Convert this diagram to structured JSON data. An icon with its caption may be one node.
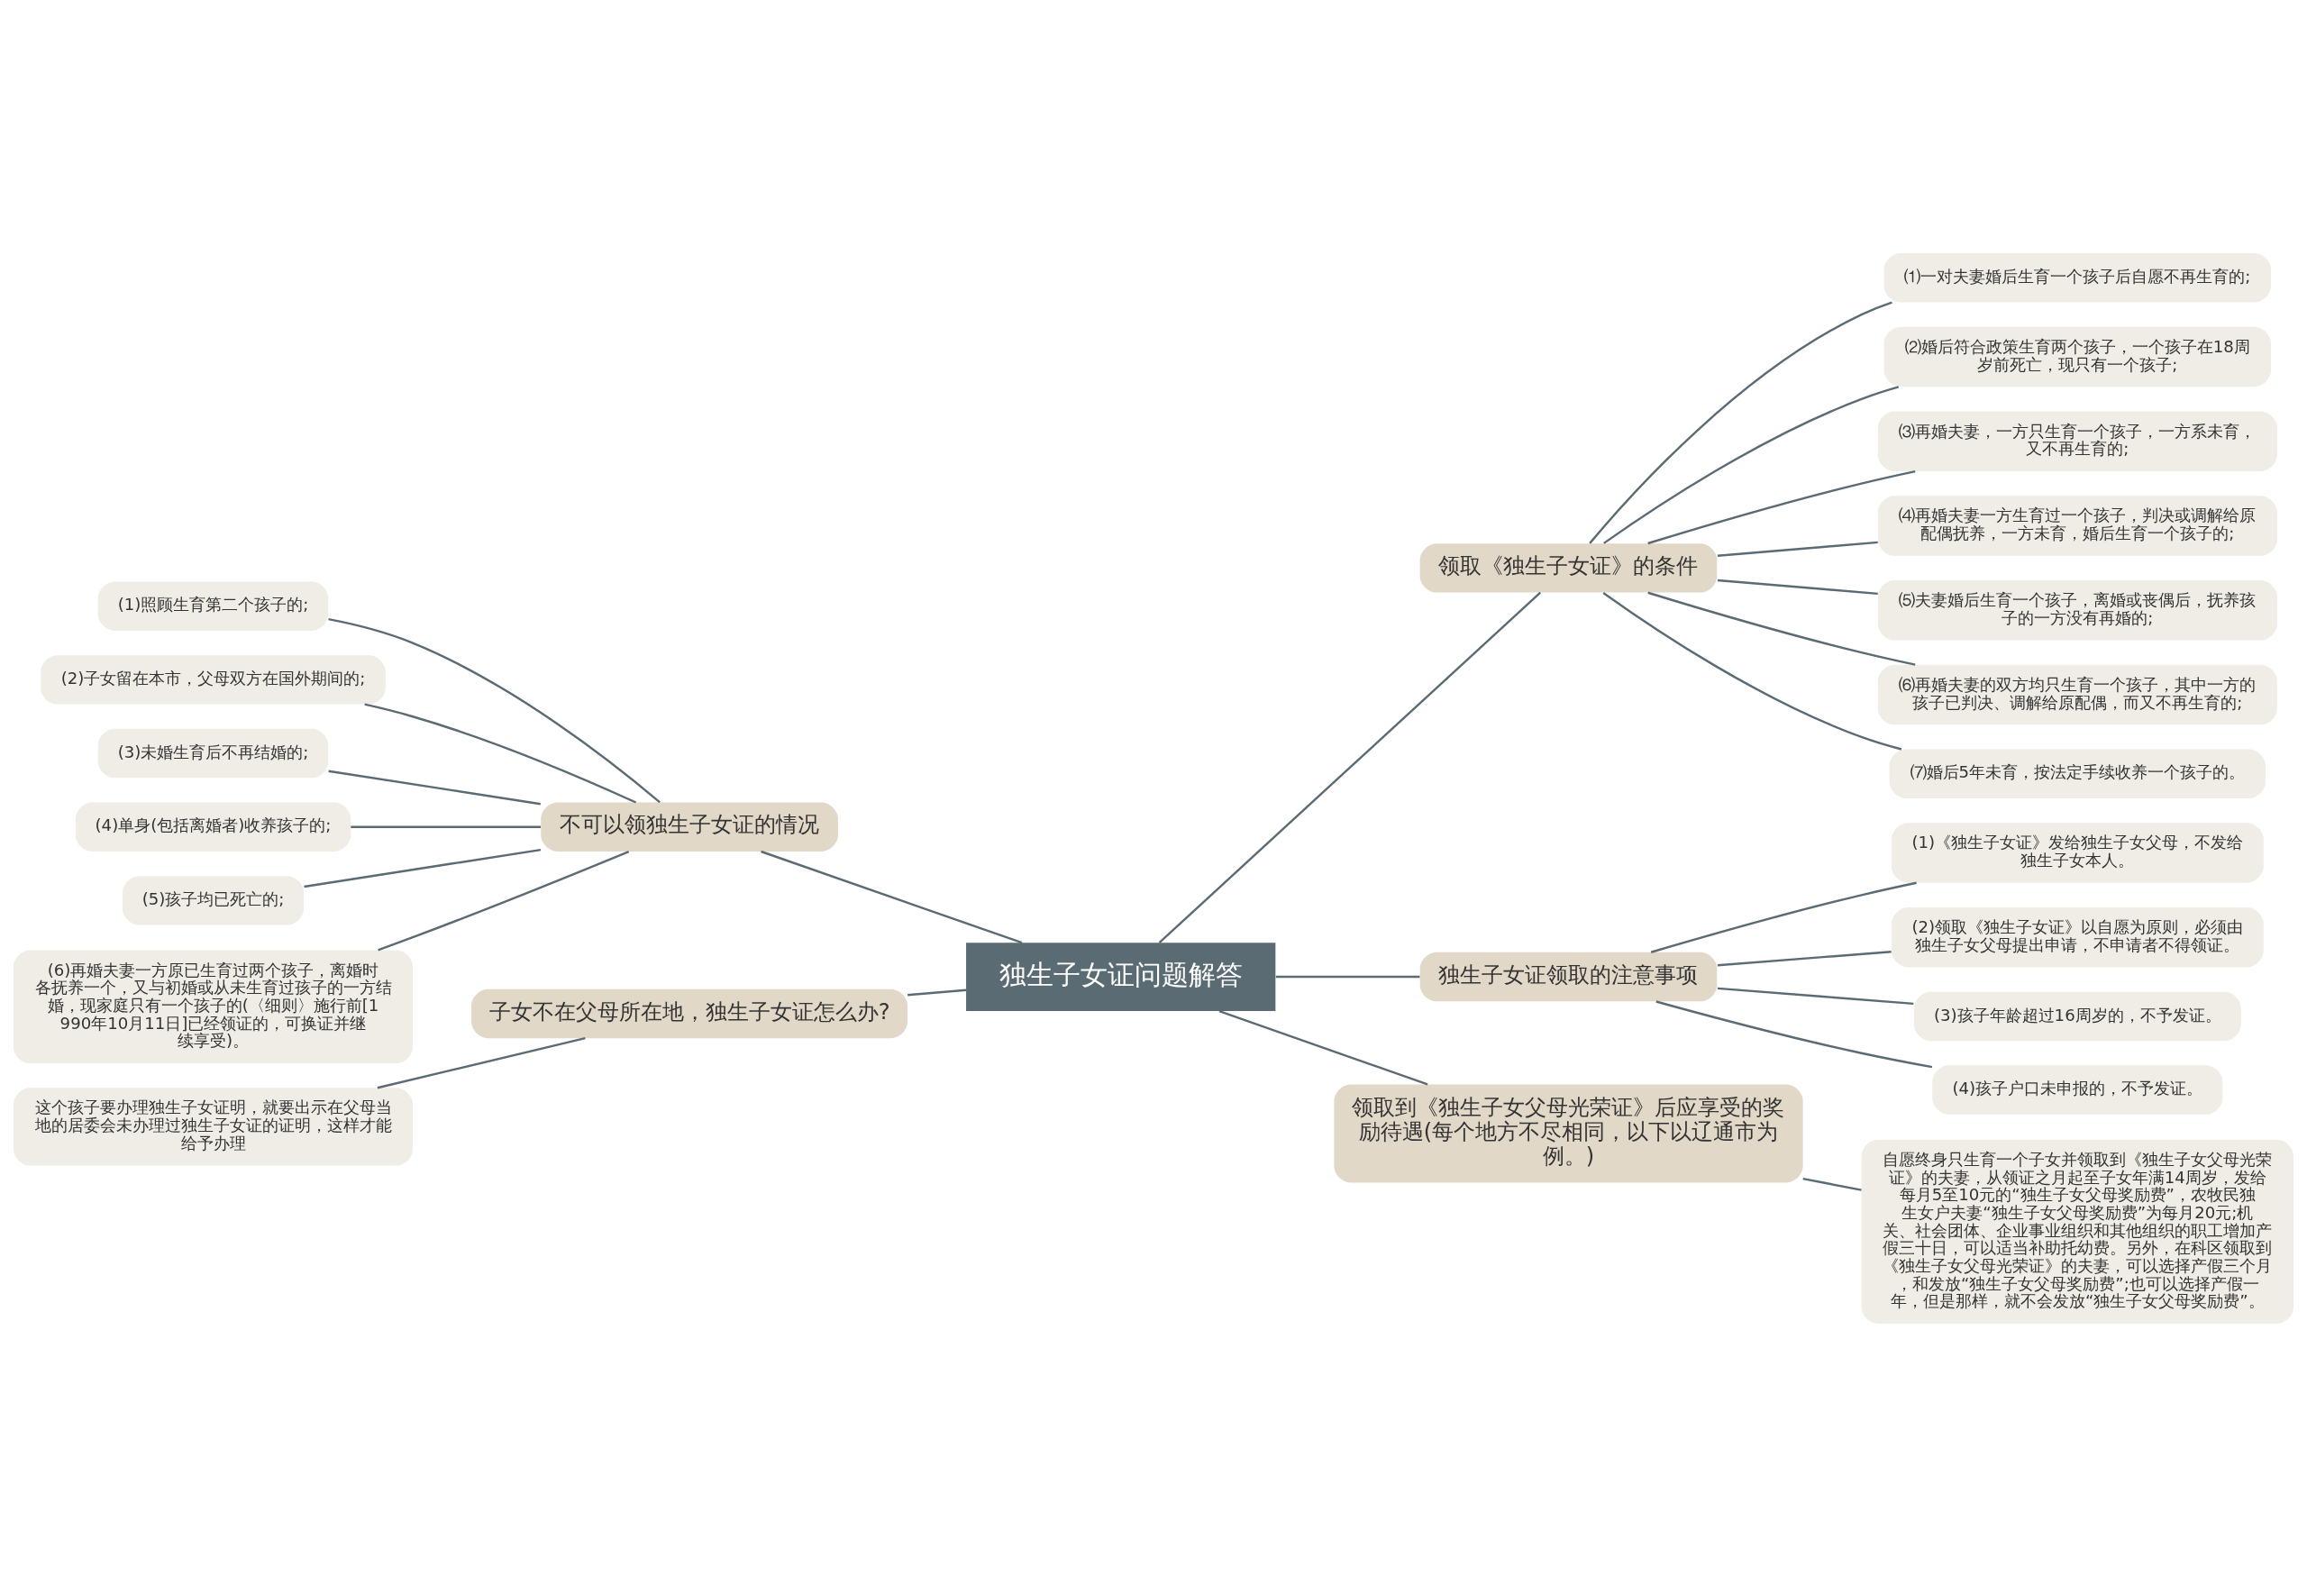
{
  "diagram": {
    "nodes": [
      {
        "text": [
          "独生子女证问题解答"
        ]
      },
      {
        "text": [
          "领取《独生子女证》的条件"
        ]
      },
      {
        "text": [
          "⑴一对夫妻婚后生育一个孩子后自愿不再生育的;"
        ]
      },
      {
        "text": [
          "⑵婚后符合政策生育两个孩子，一个孩子在18周岁前死亡，现只有一个孩子;"
        ]
      },
      {
        "text": [
          "⑶再婚夫妻，一方只生育一个孩子，一方系未育，又不再生育的;"
        ]
      },
      {
        "text": [
          "⑷再婚夫妻一方生育过一个孩子，判决或调解给原配偶抚养，一方未育，婚后生育一个孩子的;"
        ]
      },
      {
        "text": [
          "⑸夫妻婚后生育一个孩子，离婚或丧偶后，抚养孩子的一方没有再婚的;"
        ]
      },
      {
        "text": [
          "⑹再婚夫妻的双方均只生育一个孩子，其中一方的孩子已判决、调解给原配偶，而又不再生育的;"
        ]
      },
      {
        "text": [
          "⑺婚后5年未育，按法定手续收养一个孩子的。"
        ]
      },
      {
        "text": [
          "独生子女证领取的注意事项"
        ]
      },
      {
        "text": [
          "(1)《独生子女证》发给独生子女父母，不发给独生子女本人。"
        ]
      },
      {
        "text": [
          "(2)领取《独生子女证》以自愿为原则，必须由独生子女父母提出申请，不申请者不得领证。"
        ]
      },
      {
        "text": [
          "(3)孩子年龄超过16周岁的，不予发证。"
        ]
      },
      {
        "text": [
          "(4)孩子户口未申报的，不予发证。"
        ]
      },
      {
        "text": [
          "领取到《独生子女父母光荣证》后应享受的奖励待遇(每个地方不尽相同，以下以辽通市为例。)"
        ]
      },
      {
        "text": [
          "自愿终身只生育一个子女并领取到《独生子女父母光荣证》的夫妻，从领证之月起至子女年满14周岁，发给每月5至10元的“独生子女父母奖励费”，农牧民独生女户夫妻“独生子女父母奖励费”为每月20元;机关、社会团体、企业事业组织和其他组织的职工增加产假三十日，可以适当补助托幼费。另外，在科区领取到《独生子女父母光荣证》的夫妻，可以选择产假三个月，和发放“独生子女父母奖励费”;也可以选择产假一年，但是那样，就不会发放“独生子女父母奖励费”。"
        ]
      },
      {
        "text": [
          "不可以领独生子女证的情况"
        ]
      },
      {
        "text": [
          "(1)照顾生育第二个孩子的;"
        ]
      },
      {
        "text": [
          "(2)子女留在本市，父母双方在国外期间的;"
        ]
      },
      {
        "text": [
          "(3)未婚生育后不再结婚的;"
        ]
      },
      {
        "text": [
          "(4)单身(包括离婚者)收养孩子的;"
        ]
      },
      {
        "text": [
          "(5)孩子均已死亡的;"
        ]
      },
      {
        "text": [
          "(6)再婚夫妻一方原已生育过两个孩子，离婚时各抚养一个，又与初婚或从未生育过孩子的一方结婚，现家庭只有一个孩子的(〈细则〉施行前[1990年10月11日]已经领证的，可换证并继续享受)。"
        ]
      },
      {
        "text": [
          "子女不在父母所在地，独生子女证怎么办?"
        ]
      },
      {
        "text": [
          "这个孩子要办理独生子女证明，就要出示在父母当地的居委会未办理过独生子女证的证明，这样才能给予办理"
        ]
      }
    ],
    "edges": [
      {
        "from": 0,
        "to": 1,
        "arrow": "none"
      },
      {
        "from": 1,
        "to": 2,
        "arrow": "none"
      },
      {
        "from": 1,
        "to": 3,
        "arrow": "none"
      },
      {
        "from": 1,
        "to": 4,
        "arrow": "none"
      },
      {
        "from": 1,
        "to": 5,
        "arrow": "none"
      },
      {
        "from": 1,
        "to": 6,
        "arrow": "none"
      },
      {
        "from": 1,
        "to": 7,
        "arrow": "none"
      },
      {
        "from": 1,
        "to": 8,
        "arrow": "none"
      },
      {
        "from": 0,
        "to": 9,
        "arrow": "none"
      },
      {
        "from": 9,
        "to": 10,
        "arrow": "none"
      },
      {
        "from": 9,
        "to": 11,
        "arrow": "none"
      },
      {
        "from": 9,
        "to": 12,
        "arrow": "none"
      },
      {
        "from": 9,
        "to": 13,
        "arrow": "none"
      },
      {
        "from": 0,
        "to": 14,
        "arrow": "none"
      },
      {
        "from": 14,
        "to": 15,
        "arrow": "none"
      },
      {
        "from": 0,
        "to": 16,
        "arrow": "none"
      },
      {
        "from": 16,
        "to": 17,
        "arrow": "none"
      },
      {
        "from": 16,
        "to": 18,
        "arrow": "none"
      },
      {
        "from": 16,
        "to": 19,
        "arrow": "none"
      },
      {
        "from": 16,
        "to": 20,
        "arrow": "none"
      },
      {
        "from": 16,
        "to": 21,
        "arrow": "none"
      },
      {
        "from": 16,
        "to": 22,
        "arrow": "none"
      },
      {
        "from": 0,
        "to": 23,
        "arrow": "none"
      },
      {
        "from": 23,
        "to": 24,
        "arrow": "none"
      }
    ]
  }
}
